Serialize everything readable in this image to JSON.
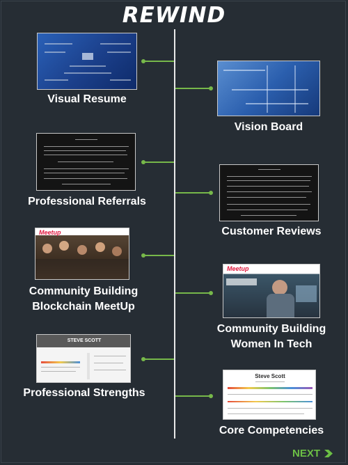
{
  "title": "REWIND",
  "items": [
    {
      "label": "Visual Resume",
      "side": "left"
    },
    {
      "label": "Vision Board",
      "side": "right"
    },
    {
      "label": "Professional Referrals",
      "side": "left"
    },
    {
      "label": "Customer Reviews",
      "side": "right"
    },
    {
      "label": "Community Building Blockchain MeetUp",
      "side": "left"
    },
    {
      "label": "Community Building Women In Tech",
      "side": "right"
    },
    {
      "label": "Professional Strengths",
      "side": "left"
    },
    {
      "label": "Core Competencies",
      "side": "right"
    }
  ],
  "thumb_text": {
    "meetup_logo": "Meetup",
    "strengths_name": "STEVE SCOTT",
    "competencies_name": "Steve Scott"
  },
  "next_label": "NEXT",
  "colors": {
    "background": "#262d34",
    "accent": "#77b84a",
    "spine": "#e9e9e9"
  }
}
